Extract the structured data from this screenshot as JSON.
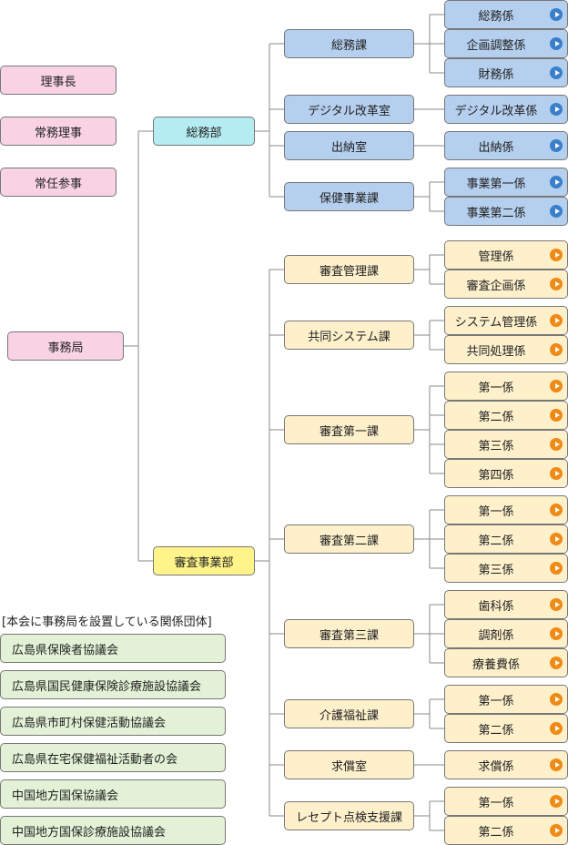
{
  "officers": [
    "理事長",
    "常務理事",
    "常任参事"
  ],
  "secretariat": "事務局",
  "departments": [
    {
      "name": "総務部",
      "divisions": [
        {
          "name": "総務課",
          "sections": [
            "総務係",
            "企画調整係",
            "財務係"
          ]
        },
        {
          "name": "デジタル改革室",
          "sections": [
            "デジタル改革係"
          ]
        },
        {
          "name": "出納室",
          "sections": [
            "出納係"
          ]
        },
        {
          "name": "保健事業課",
          "sections": [
            "事業第一係",
            "事業第二係"
          ]
        }
      ]
    },
    {
      "name": "審査事業部",
      "divisions": [
        {
          "name": "審査管理課",
          "sections": [
            "管理係",
            "審査企画係"
          ]
        },
        {
          "name": "共同システム課",
          "sections": [
            "システム管理係",
            "共同処理係"
          ]
        },
        {
          "name": "審査第一課",
          "sections": [
            "第一係",
            "第二係",
            "第三係",
            "第四係"
          ]
        },
        {
          "name": "審査第二課",
          "sections": [
            "第一係",
            "第二係",
            "第三係"
          ]
        },
        {
          "name": "審査第三課",
          "sections": [
            "歯科係",
            "調剤係",
            "療養費係"
          ]
        },
        {
          "name": "介護福祉課",
          "sections": [
            "第一係",
            "第二係"
          ]
        },
        {
          "name": "求償室",
          "sections": [
            "求償係"
          ]
        },
        {
          "name": "レセプト点検支援課",
          "sections": [
            "第一係",
            "第二係"
          ]
        }
      ]
    }
  ],
  "related_groups": {
    "heading": "[本会に事務局を設置している関係団体]",
    "items": [
      "広島県保険者協議会",
      "広島県国民健康保険診療施設協議会",
      "広島県市町村保健活動協議会",
      "広島県在宅保健福祉活動者の会",
      "中国地方国保協議会",
      "中国地方国保診療施設協議会"
    ]
  },
  "colors": {
    "officer": "#f9d3e4",
    "general_affairs_dept": "#b5ecf1",
    "general_affairs_unit": "#b5cfee",
    "review_dept": "#fff48a",
    "review_unit": "#fdf0cb",
    "related_group": "#e3f2d6",
    "arrow_blue": "#3a7fc9",
    "arrow_orange": "#ef8a15"
  }
}
